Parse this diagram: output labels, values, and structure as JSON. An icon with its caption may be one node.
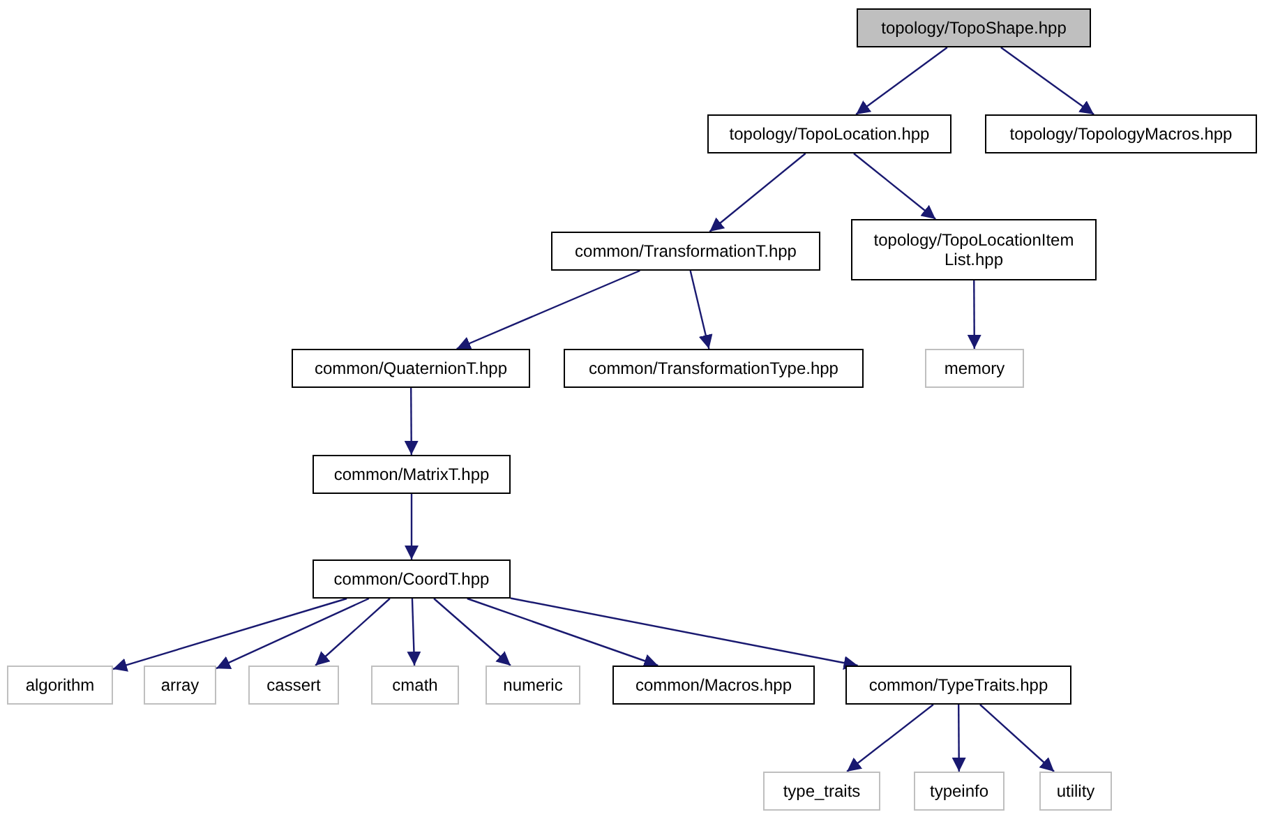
{
  "diagram": {
    "nodes": [
      {
        "text": [
          "topology/TopoShape.hpp"
        ]
      },
      {
        "text": [
          "topology/TopoLocation.hpp"
        ]
      },
      {
        "text": [
          "topology/TopologyMacros.hpp"
        ]
      },
      {
        "text": [
          "common/TransformationT.hpp"
        ]
      },
      {
        "text": [
          "topology/TopoLocationItem List.hpp"
        ]
      },
      {
        "text": [
          "common/QuaternionT.hpp"
        ]
      },
      {
        "text": [
          "common/TransformationType.hpp"
        ]
      },
      {
        "text": [
          "memory"
        ]
      },
      {
        "text": [
          "common/MatrixT.hpp"
        ]
      },
      {
        "text": [
          "common/CoordT.hpp"
        ]
      },
      {
        "text": [
          "algorithm"
        ]
      },
      {
        "text": [
          "array"
        ]
      },
      {
        "text": [
          "cassert"
        ]
      },
      {
        "text": [
          "cmath"
        ]
      },
      {
        "text": [
          "numeric"
        ]
      },
      {
        "text": [
          "common/Macros.hpp"
        ]
      },
      {
        "text": [
          "common/TypeTraits.hpp"
        ]
      },
      {
        "text": [
          "type_traits"
        ]
      },
      {
        "text": [
          "typeinfo"
        ]
      },
      {
        "text": [
          "utility"
        ]
      }
    ],
    "edges": [
      {
        "from": 0,
        "to": 1,
        "arrow": "to"
      },
      {
        "from": 0,
        "to": 2,
        "arrow": "to"
      },
      {
        "from": 1,
        "to": 3,
        "arrow": "to"
      },
      {
        "from": 1,
        "to": 4,
        "arrow": "to"
      },
      {
        "from": 3,
        "to": 5,
        "arrow": "to"
      },
      {
        "from": 3,
        "to": 6,
        "arrow": "to"
      },
      {
        "from": 4,
        "to": 7,
        "arrow": "to"
      },
      {
        "from": 5,
        "to": 8,
        "arrow": "to"
      },
      {
        "from": 8,
        "to": 9,
        "arrow": "to"
      },
      {
        "from": 9,
        "to": 10,
        "arrow": "to"
      },
      {
        "from": 9,
        "to": 11,
        "arrow": "to"
      },
      {
        "from": 9,
        "to": 12,
        "arrow": "to"
      },
      {
        "from": 9,
        "to": 13,
        "arrow": "to"
      },
      {
        "from": 9,
        "to": 14,
        "arrow": "to"
      },
      {
        "from": 9,
        "to": 15,
        "arrow": "to"
      },
      {
        "from": 9,
        "to": 16,
        "arrow": "to"
      },
      {
        "from": 16,
        "to": 17,
        "arrow": "to"
      },
      {
        "from": 16,
        "to": 18,
        "arrow": "to"
      },
      {
        "from": 16,
        "to": 19,
        "arrow": "to"
      }
    ]
  }
}
